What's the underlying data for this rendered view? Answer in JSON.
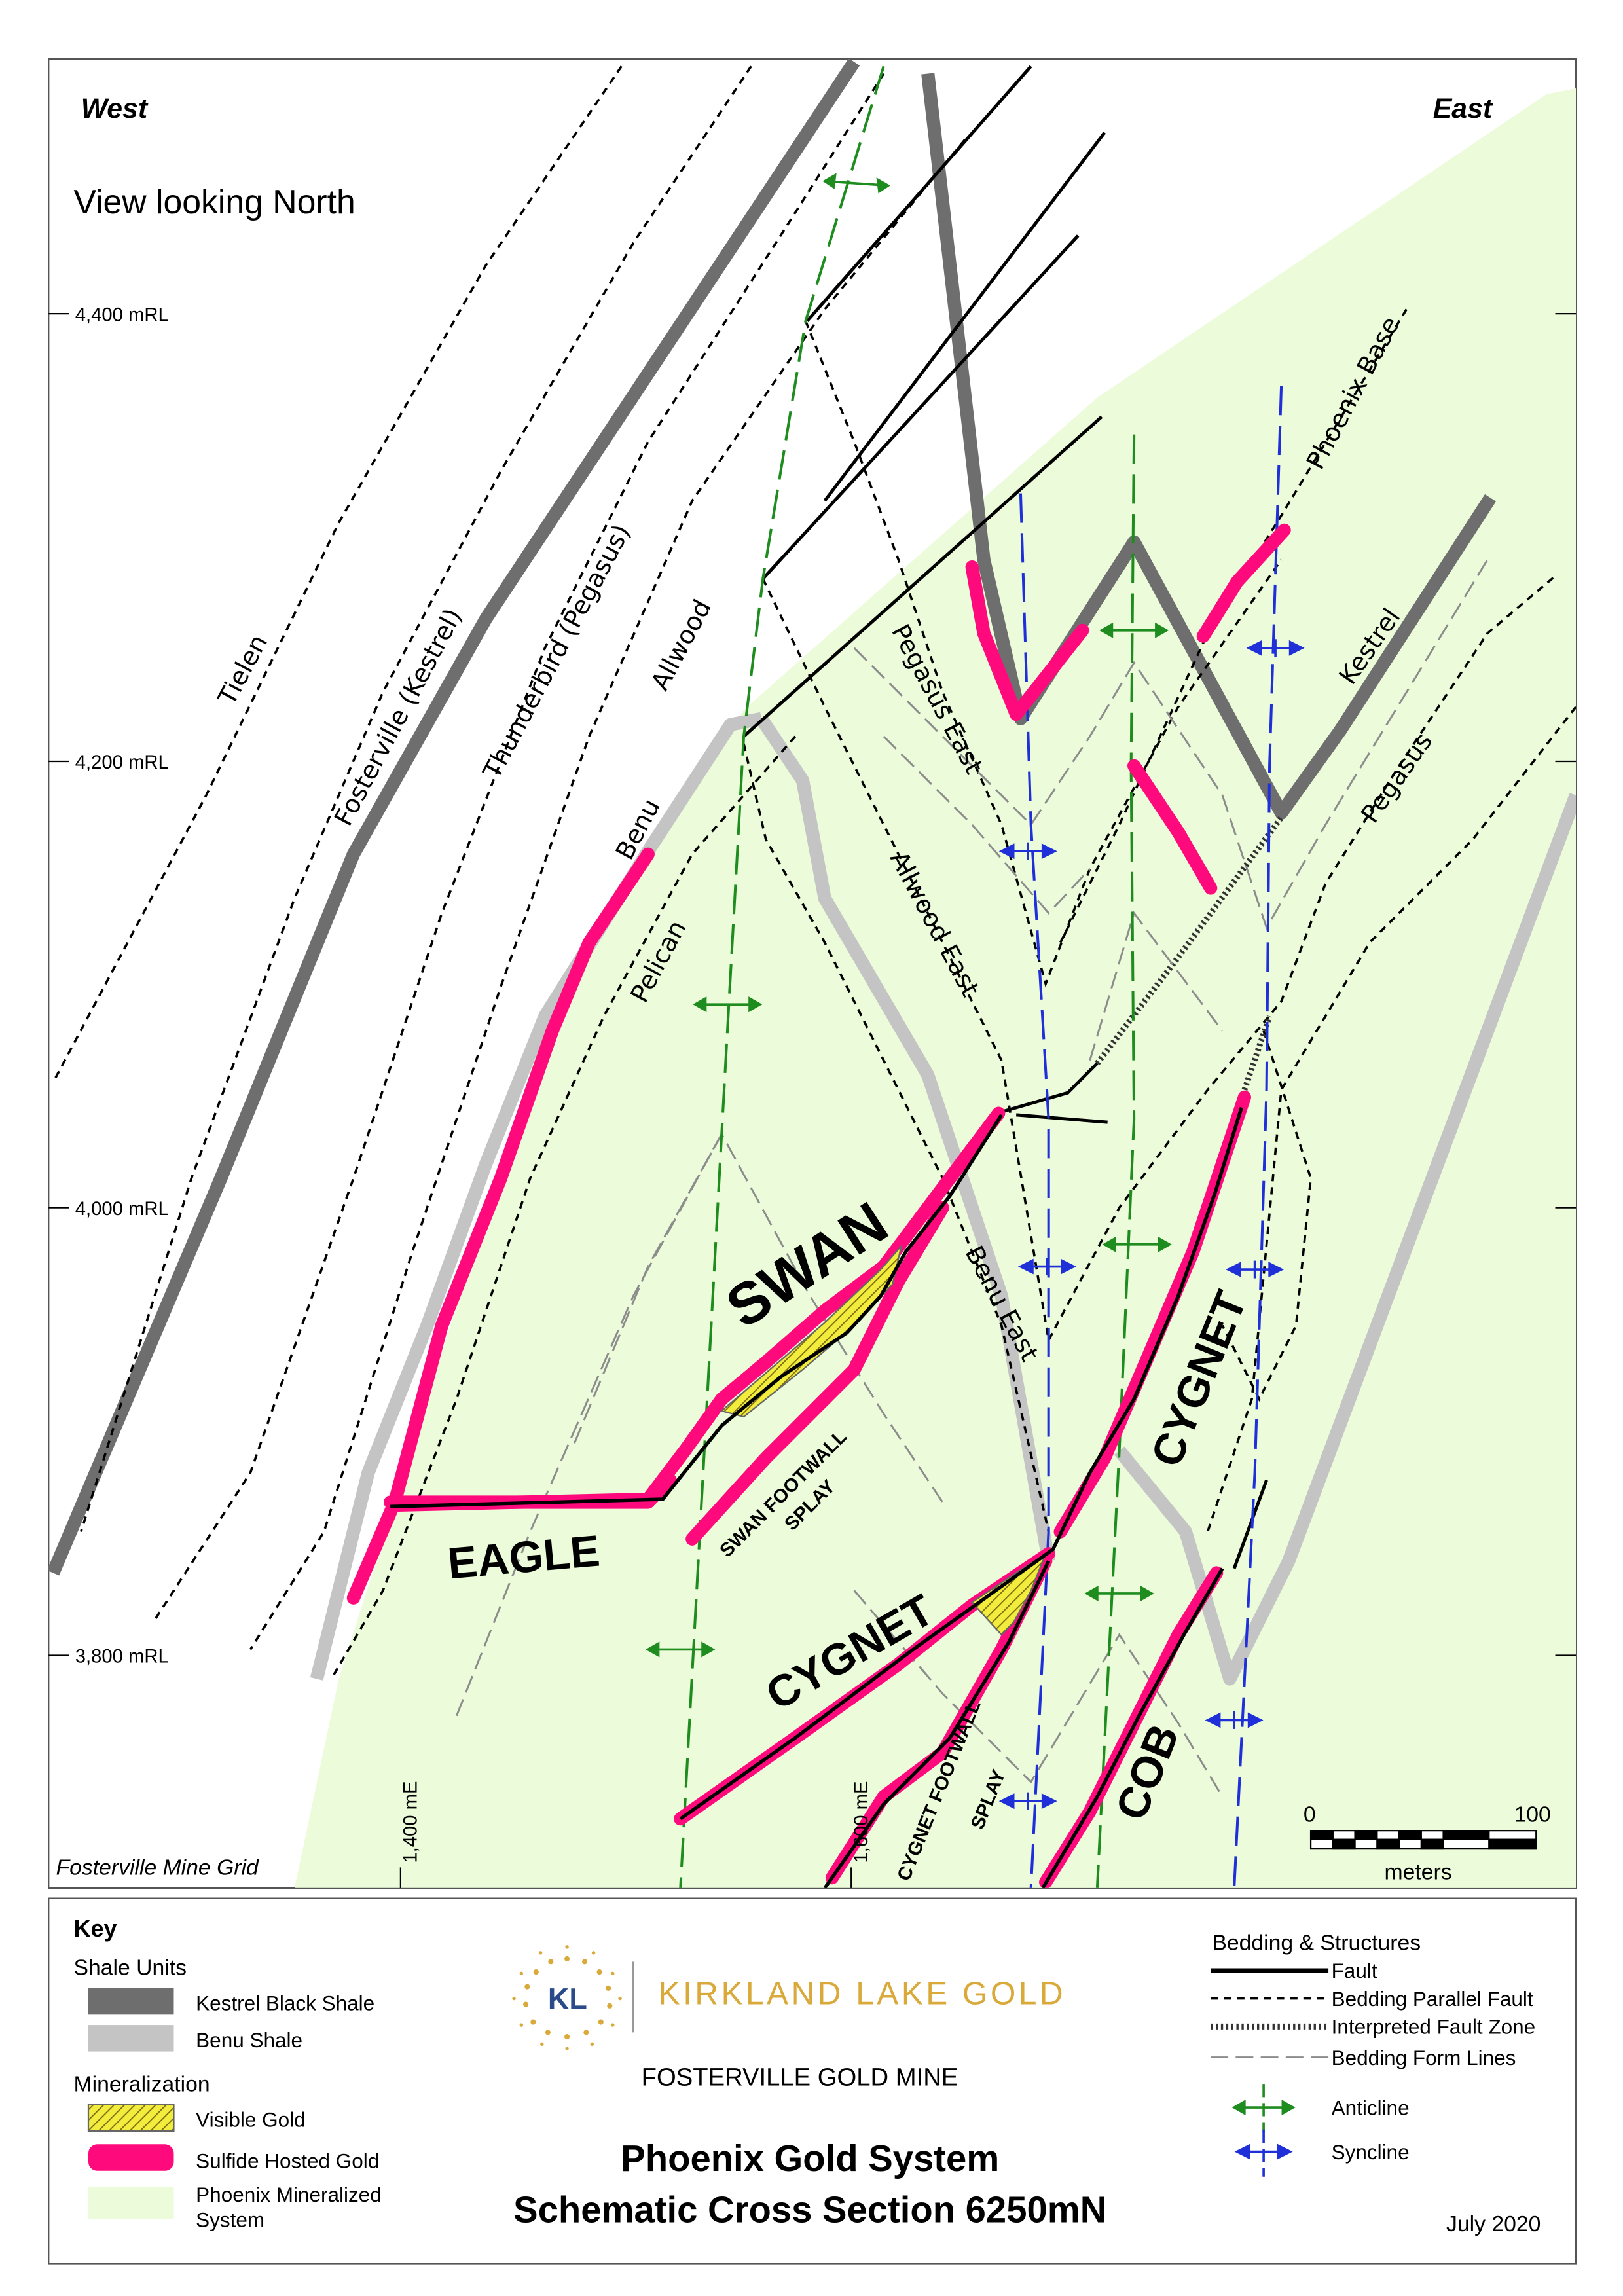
{
  "compass": {
    "west": "West",
    "east": "East"
  },
  "view": "View looking North",
  "rl_labels": [
    "4,400 mRL",
    "4,200 mRL",
    "4,000 mRL",
    "3,800 mRL"
  ],
  "me_labels": [
    "1,400 mE",
    "1,600 mE"
  ],
  "grid_label": "Fosterville Mine Grid",
  "scale": {
    "start": "0",
    "end": "100",
    "unit": "meters"
  },
  "structure_labels": {
    "tielen": "Tielen",
    "fosterville": "Fosterville (Kestrel)",
    "thunderbird": "Thunderbird (Pegasus)",
    "allwood": "Allwood",
    "benu": "Benu",
    "pelican": "Pelican",
    "pegasus_east": "Pegasus East",
    "allwood_east": "Allwood East",
    "benu_east": "Benu East",
    "phoenix_base": "Phoenix Base",
    "kestrel": "Kestrel",
    "pegasus": "Pegasus"
  },
  "lode_labels": {
    "swan": "SWAN",
    "eagle": "EAGLE",
    "cygnet_west": "CYGNET",
    "cygnet_east": "CYGNET",
    "cob": "COB",
    "swan_fw_1": "SWAN FOOTWALL",
    "swan_fw_2": "SPLAY",
    "cygnet_fw_1": "CYGNET FOOTWALL",
    "cygnet_fw_2": "SPLAY"
  },
  "key": {
    "title": "Key",
    "shale_heading": "Shale Units",
    "kestrel_shale": "Kestrel Black Shale",
    "benu_shale": "Benu Shale",
    "mineral_heading": "Mineralization",
    "visible_gold": "Visible Gold",
    "sulfide_gold": "Sulfide Hosted Gold",
    "phoenix_system_1": "Phoenix Mineralized",
    "phoenix_system_2": "System",
    "structures_heading": "Bedding & Structures",
    "fault": "Fault",
    "bedding_fault": "Bedding Parallel Fault",
    "interpreted_fault": "Interpreted Fault Zone",
    "form_lines": "Bedding Form Lines",
    "anticline": "Anticline",
    "syncline": "Syncline"
  },
  "logo": {
    "initials": "KL",
    "company": "KIRKLAND LAKE GOLD"
  },
  "mine": "FOSTERVILLE GOLD MINE",
  "title_1": "Phoenix Gold System",
  "title_2": "Schematic Cross Section 6250mN",
  "date": "July 2020",
  "colors": {
    "kestrel_shale": "#6e6e6e",
    "benu_shale": "#c4c4c4",
    "sulfide_gold": "#ff0a7d",
    "visible_gold": "#f2ec3c",
    "phoenix_system": "#ecfbd9",
    "anticline": "#1e8c1e",
    "syncline": "#2030d8"
  }
}
